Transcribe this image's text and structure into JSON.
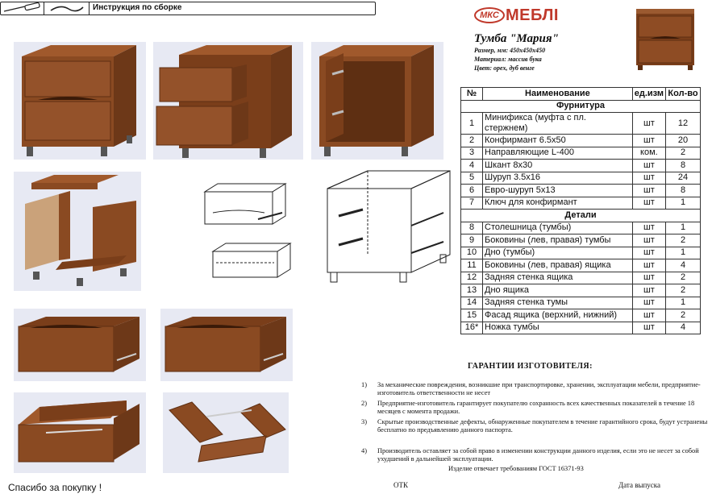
{
  "header": {
    "title": "Инструкция по сборке",
    "tool_icons": [
      "screwdriver-icon",
      "allen-key-icon"
    ]
  },
  "brand": {
    "logo_circle": "МКС",
    "logo_text": "МЕБЛІ",
    "color": "#c0392b"
  },
  "product": {
    "title": "Тумба \"Мария\"",
    "size_label": "Размер, мм:",
    "size_value": "450х450х450",
    "material_label": "Материал:",
    "material_value": "массив бука",
    "color_label": "Цвет:",
    "color_value": "орех, дуб венге"
  },
  "table": {
    "headers": [
      "№",
      "Наименование",
      "ед.изм",
      "Кол-во"
    ],
    "sections": [
      {
        "title": "Фурнитура",
        "rows": [
          [
            "1",
            "Минификса (муфта с пл. стержнем)",
            "шт",
            "12"
          ],
          [
            "2",
            "Конфирмант 6.5х50",
            "шт",
            "20"
          ],
          [
            "3",
            "Направляющие L-400",
            "ком.",
            "2"
          ],
          [
            "4",
            "Шкант 8х30",
            "шт",
            "8"
          ],
          [
            "5",
            "Шуруп 3.5х16",
            "шт",
            "24"
          ],
          [
            "6",
            "Евро-шуруп 5х13",
            "шт",
            "8"
          ],
          [
            "7",
            "Ключ для конфирмант",
            "шт",
            "1"
          ]
        ]
      },
      {
        "title": "Детали",
        "rows": [
          [
            "8",
            "Столешница (тумбы)",
            "шт",
            "1"
          ],
          [
            "9",
            "Боковины (лев, правая) тумбы",
            "шт",
            "2"
          ],
          [
            "10",
            "Дно (тумбы)",
            "шт",
            "1"
          ],
          [
            "11",
            "Боковины (лев, правая) ящика",
            "шт",
            "4"
          ],
          [
            "12",
            "Задняя стенка ящика",
            "шт",
            "2"
          ],
          [
            "13",
            "Дно ящика",
            "шт",
            "2"
          ],
          [
            "14",
            "Задняя стенка тумы",
            "шт",
            "1"
          ],
          [
            "15",
            "Фасад ящика (верхний, нижний)",
            "шт",
            "2"
          ],
          [
            "16*",
            "Ножка тумбы",
            "шт",
            "4"
          ]
        ]
      }
    ]
  },
  "warranty": {
    "title": "ГАРАНТИИ ИЗГОТОВИТЕЛЯ:",
    "items": [
      {
        "num": "1)",
        "text": "За механические повреждения, возникшие при транспортировке, хранении, эксплуатации мебели, предприятие-изготовитель ответственности не несет"
      },
      {
        "num": "2)",
        "text": "Предприятие-изготовитель гарантирует покупателю сохранность всех качественных показателей в течение 18 месяцев с момента продажи."
      },
      {
        "num": "3)",
        "text": "Скрытые производственные дефекты, обнаруженные покупателем в течение гарантийного срока, будут устранены бесплатно по предъявлению данного паспорта."
      },
      {
        "num": "4)",
        "text": "Производитель оставляет за собой право в изменении конструкции данного изделия, если это не несет за собой ухудшений в дальнейшей эксплуатации."
      }
    ],
    "gost": "Изделие отвечает требованиям ГОСТ 16371-93"
  },
  "footer": {
    "thanks": "Спасибо за покупку !",
    "otk": "ОТК",
    "release_date": "Дата выпуска"
  },
  "colors": {
    "wood": "#8a4a22",
    "wood_dark": "#5e2f12",
    "panel_bg": "#e7e9f3"
  }
}
